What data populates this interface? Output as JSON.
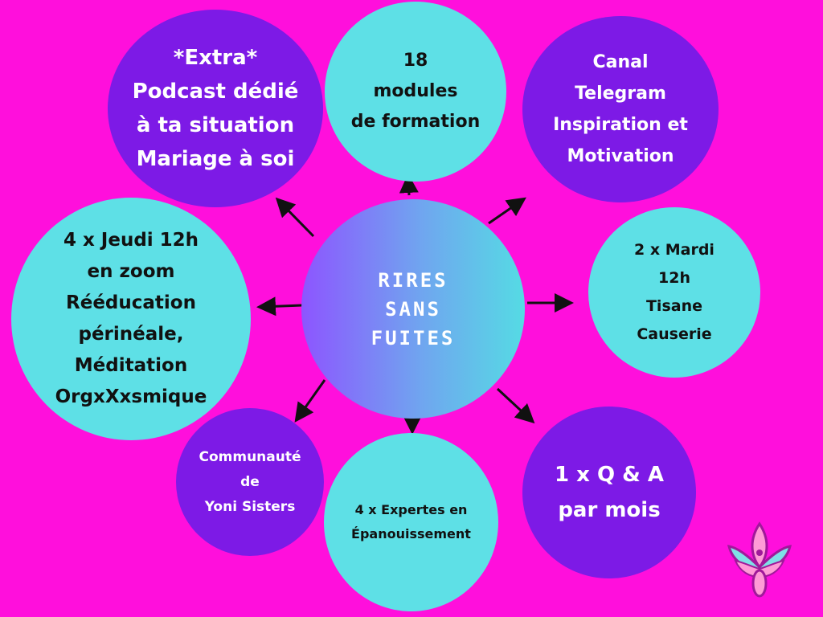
{
  "center": {
    "lines": [
      "RIRES",
      "SANS",
      "FUITES"
    ]
  },
  "bubbles": {
    "extra": {
      "lines": [
        "*Extra*",
        "Podcast dédié",
        "à ta situation",
        "Mariage à soi"
      ]
    },
    "modules": {
      "lines": [
        "18",
        "modules",
        "de formation"
      ]
    },
    "telegram": {
      "lines": [
        "Canal",
        "Telegram",
        "Inspiration et",
        "Motivation"
      ]
    },
    "mardi": {
      "lines": [
        "2 x Mardi",
        "12h",
        "Tisane",
        "Causerie"
      ]
    },
    "jeudi": {
      "lines": [
        "4 x Jeudi 12h",
        "en zoom",
        "Rééducation",
        "périnéale,",
        "Méditation",
        "OrgxXxsmique"
      ]
    },
    "communaute": {
      "lines": [
        "Communauté",
        "de",
        "Yoni Sisters"
      ]
    },
    "expertes": {
      "lines": [
        "4 x Expertes en",
        "Épanouissement"
      ]
    },
    "qa": {
      "lines": [
        "1 x Q & A",
        "par mois"
      ]
    }
  },
  "colors": {
    "background": "#ff0fdc",
    "purple": "#7d1ae6",
    "cyan": "#5ee0e6",
    "arrow": "#111111"
  },
  "icons": {
    "logo": "lotus-yoni-logo-icon"
  }
}
